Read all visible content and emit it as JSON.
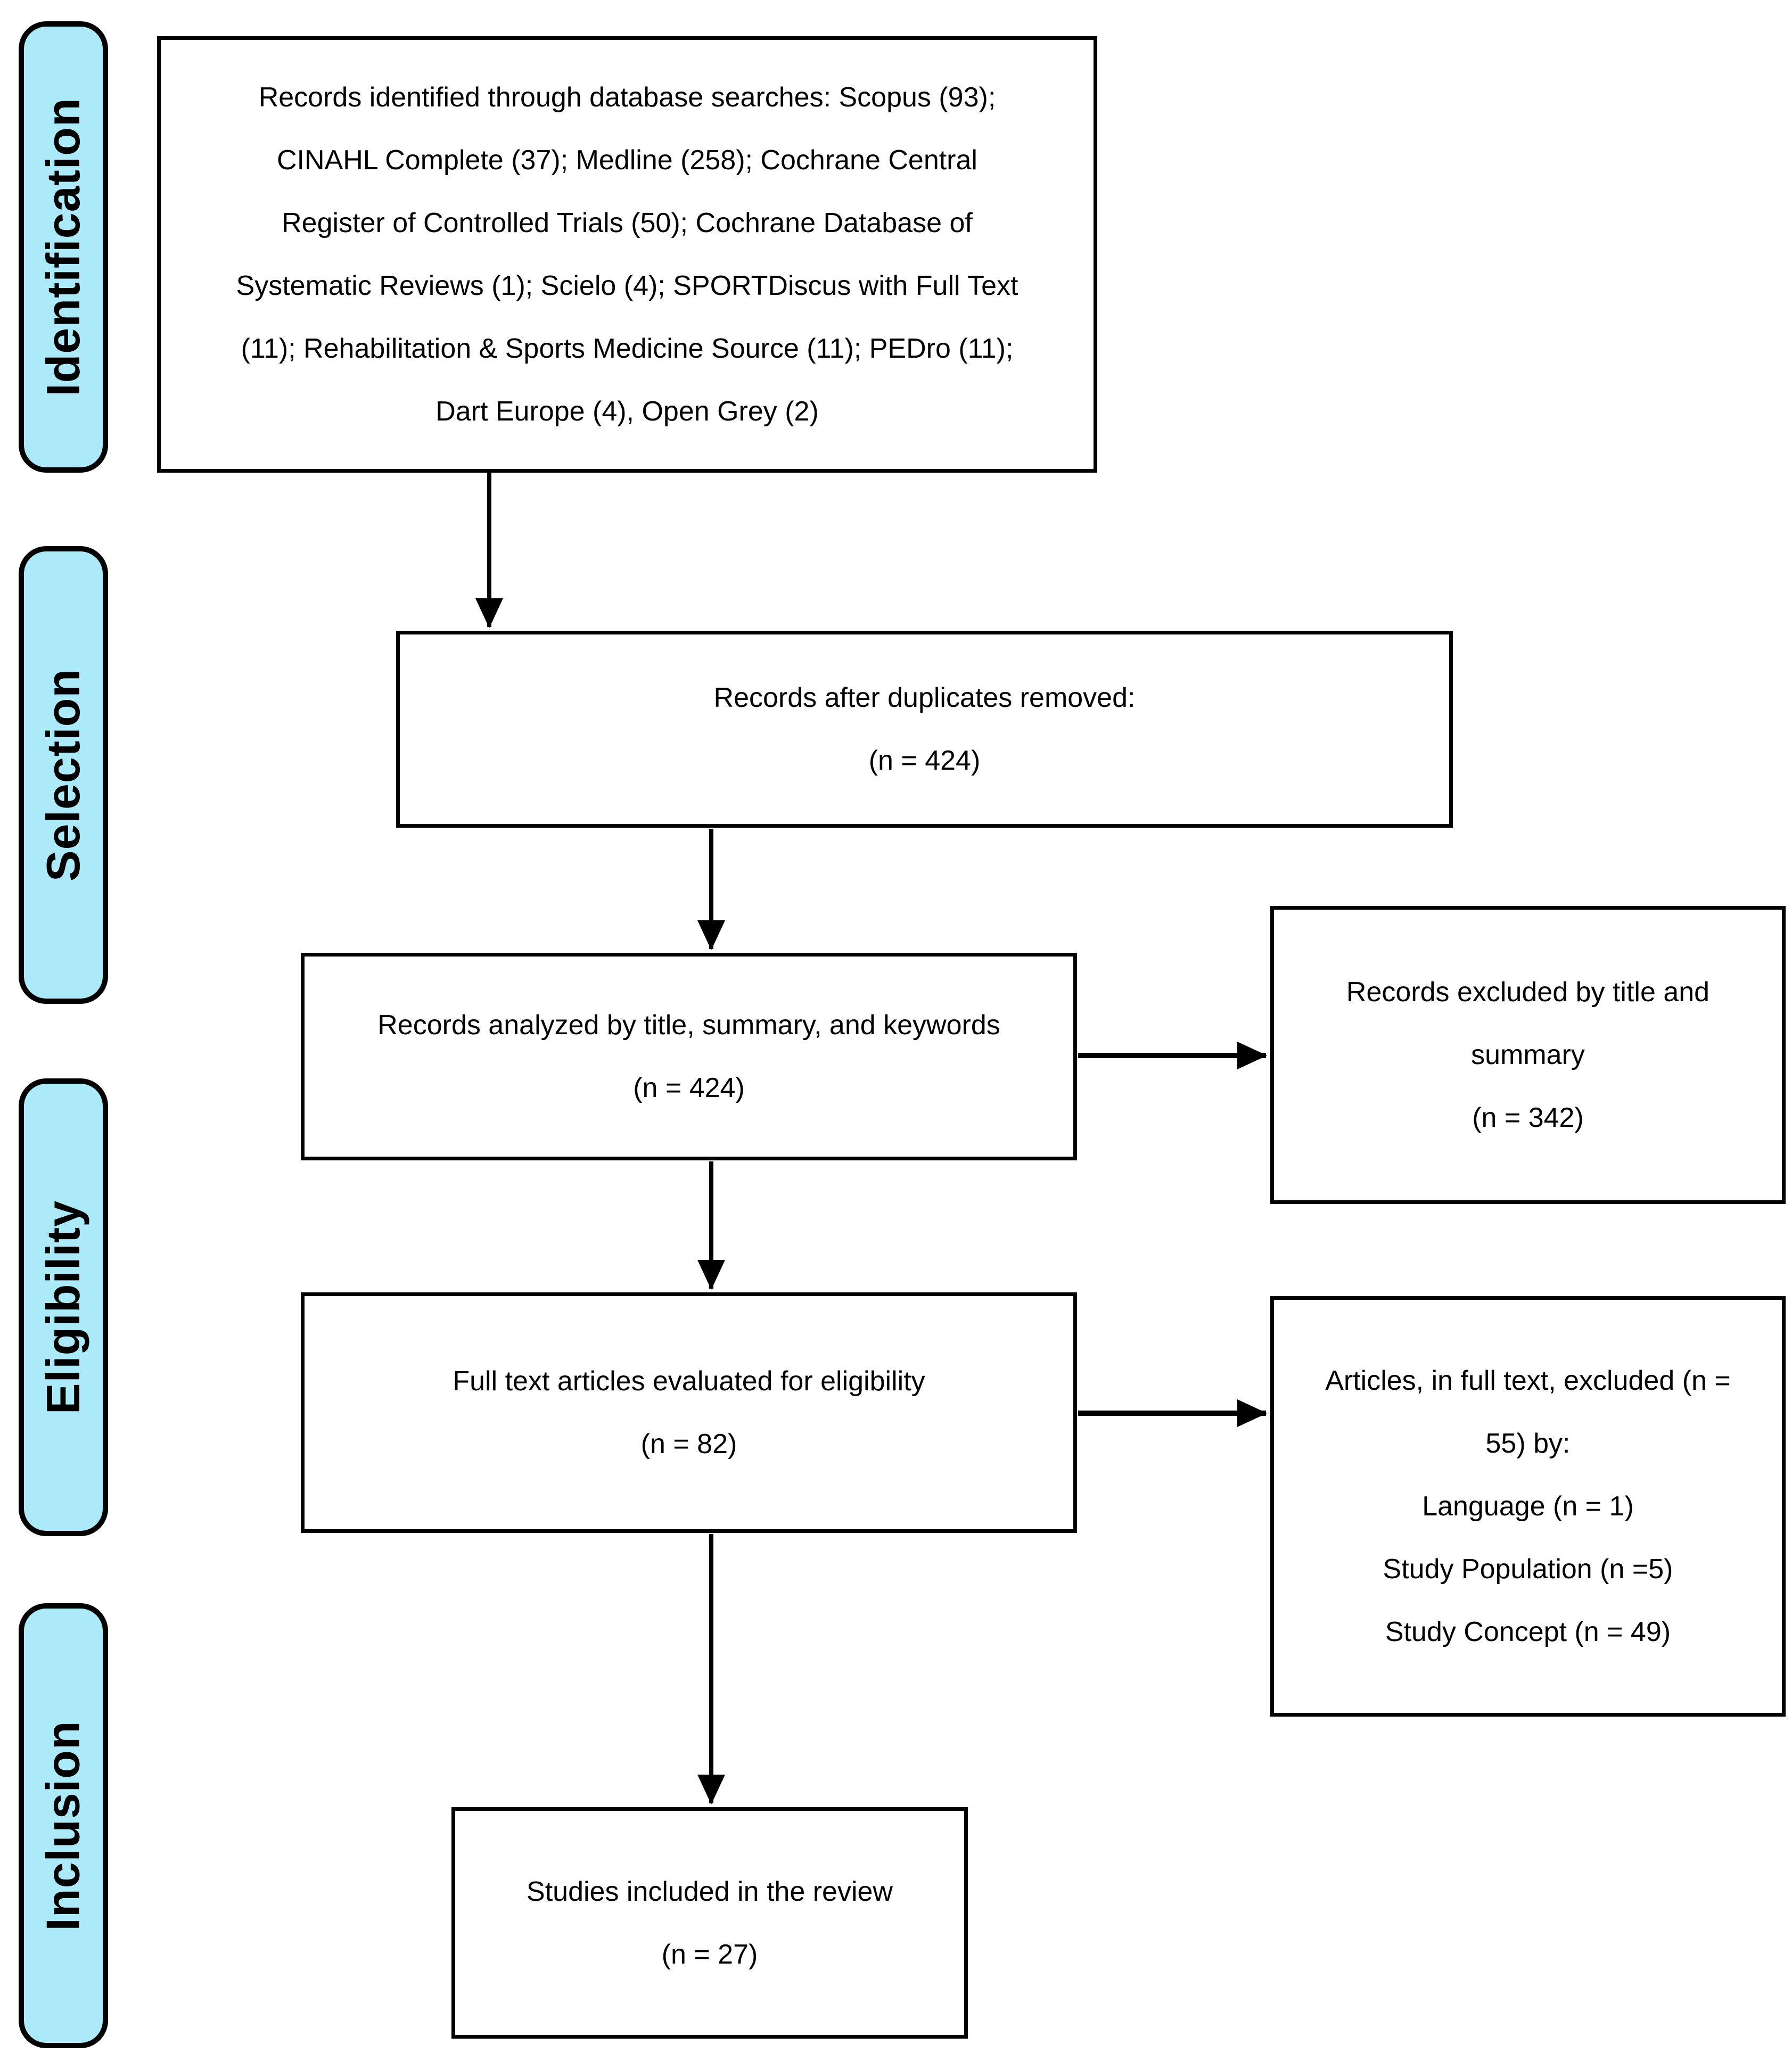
{
  "title": "PRISMA study selection flow diagram",
  "colors": {
    "stage_fill": "#ADEAF9",
    "line": "#000000",
    "box_fill": "#FFFFFF",
    "background": "#FFFFFF"
  },
  "stages": [
    {
      "label": "Identification"
    },
    {
      "label": "Selection"
    },
    {
      "label": "Eligibility"
    },
    {
      "label": "Inclusion"
    }
  ],
  "boxes": {
    "identified": {
      "lines": [
        "Records identified through database searches: Scopus (93);",
        "CINAHL Complete (37); Medline (258); Cochrane Central",
        "Register of Controlled Trials (50); Cochrane Database of",
        "Systematic Reviews (1); Scielo (4); SPORTDiscus with Full Text",
        "(11); Rehabilitation & Sports Medicine Source (11); PEDro (11);",
        "Dart Europe (4), Open Grey (2)"
      ]
    },
    "duplicates_removed": {
      "lines": [
        "Records after duplicates removed:",
        "(n = 424)"
      ]
    },
    "analyzed": {
      "lines": [
        "Records analyzed by title, summary, and keywords",
        "(n = 424)"
      ]
    },
    "excluded_title_summary": {
      "lines": [
        "Records excluded by title and",
        "summary",
        "(n = 342)"
      ]
    },
    "full_text_evaluated": {
      "lines": [
        "Full text articles evaluated for eligibility",
        "(n = 82)"
      ]
    },
    "full_text_excluded": {
      "lines": [
        "Articles, in full text, excluded (n =",
        "55) by:",
        "Language (n = 1)",
        "Study Population (n =5)",
        "Study Concept (n = 49)"
      ]
    },
    "included": {
      "lines": [
        "Studies included in the review",
        "(n = 27)"
      ]
    }
  },
  "arrows": [
    {
      "from": "identified",
      "to": "duplicates_removed",
      "direction": "down"
    },
    {
      "from": "duplicates_removed",
      "to": "analyzed",
      "direction": "down"
    },
    {
      "from": "analyzed",
      "to": "full_text_evaluated",
      "direction": "down"
    },
    {
      "from": "full_text_evaluated",
      "to": "included",
      "direction": "down"
    },
    {
      "from": "analyzed",
      "to": "excluded_title_summary",
      "direction": "right"
    },
    {
      "from": "full_text_evaluated",
      "to": "full_text_excluded",
      "direction": "right"
    }
  ]
}
